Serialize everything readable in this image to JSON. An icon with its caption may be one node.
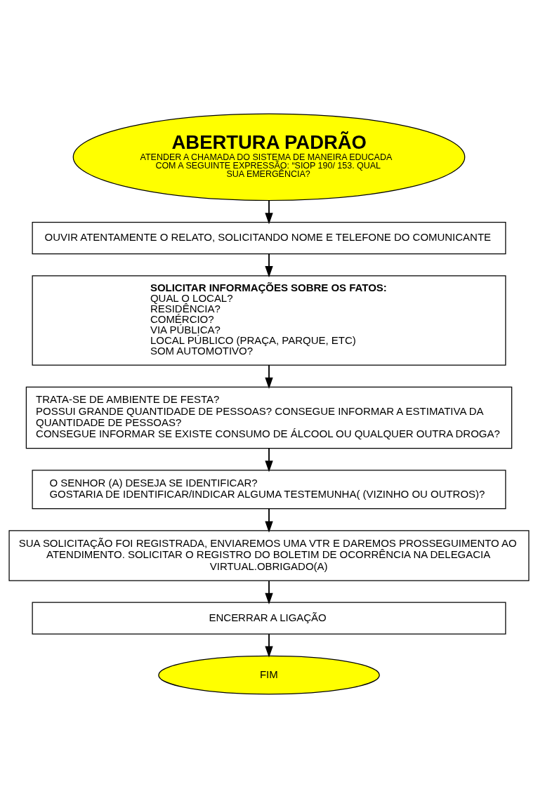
{
  "diagram": {
    "nodes": [
      {
        "text": [
          "ABERTURA PADRÃO",
          "ATENDER A CHAMADA DO SISTEMA DE MANEIRA EDUCADA COM A SEGUINTE EXPRESSÃO: “SIOP 190/ 153. QUAL SUA EMERGÊNCIA?"
        ]
      },
      {
        "text": [
          "OUVIR ATENTAMENTE O RELATO, SOLICITANDO NOME E TELEFONE DO COMUNICANTE"
        ]
      },
      {
        "text": [
          "SOLICITAR INFORMAÇÕES SOBRE OS FATOS:",
          "QUAL O LOCAL?",
          "RESIDÊNCIA?",
          "COMÉRCIO?",
          "VIA PÚBLICA?",
          "LOCAL PÚBLICO (PRAÇA, PARQUE, ETC)",
          "SOM AUTOMOTIVO?"
        ]
      },
      {
        "text": [
          "TRATA-SE DE AMBIENTE DE FESTA?",
          "POSSUI GRANDE QUANTIDADE DE PESSOAS? CONSEGUE INFORMAR A ESTIMATIVA DA QUANTIDADE DE PESSOAS?",
          "CONSEGUE INFORMAR SE EXISTE CONSUMO DE ÁLCOOL OU QUALQUER OUTRA DROGA?"
        ]
      },
      {
        "text": [
          "O SENHOR (A) DESEJA SE IDENTIFICAR?",
          "GOSTARIA DE IDENTIFICAR/INDICAR ALGUMA TESTEMUNHA( (VIZINHO OU OUTROS)?"
        ]
      },
      {
        "text": [
          "SUA SOLICITAÇÃO FOI REGISTRADA, ENVIAREMOS UMA VTR E DAREMOS PROSSEGUIMENTO AO ATENDIMENTO. SOLICITAR O REGISTRO DO BOLETIM DE OCORRÊNCIA NA DELEGACIA VIRTUAL.OBRIGADO(A)"
        ]
      },
      {
        "text": [
          "ENCERRAR A LIGAÇÃO"
        ]
      },
      {
        "text": [
          "FIM"
        ]
      }
    ],
    "edges": [
      {
        "from": 0,
        "to": 1,
        "arrow": "to"
      },
      {
        "from": 1,
        "to": 2,
        "arrow": "to"
      },
      {
        "from": 2,
        "to": 3,
        "arrow": "to"
      },
      {
        "from": 3,
        "to": 4,
        "arrow": "to"
      },
      {
        "from": 4,
        "to": 5,
        "arrow": "to"
      },
      {
        "from": 5,
        "to": 6,
        "arrow": "to"
      },
      {
        "from": 6,
        "to": 7,
        "arrow": "to"
      }
    ]
  }
}
